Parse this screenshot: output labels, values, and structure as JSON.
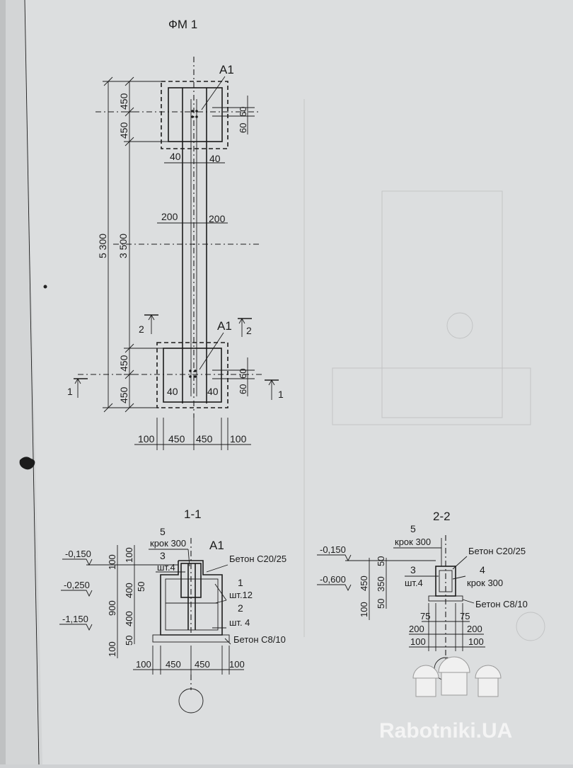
{
  "plan": {
    "title": "ФМ 1",
    "node_label_top": "А1",
    "node_label_bottom": "А1",
    "dim_total": "5 300",
    "dim_axis": "3 500",
    "dim_450": "450",
    "dim_60": "60",
    "dim_40": "40",
    "dim_200": "200",
    "dim_100": "100",
    "section_1": "1",
    "section_2": "2"
  },
  "section_1_1": {
    "title": "1-1",
    "node_label": "А1",
    "pos5": "5",
    "pos5_note": "крок 300",
    "pos3": "3",
    "pos3_note": "шт.4",
    "pos1": "1",
    "pos1_note": "шт.12",
    "pos2": "2",
    "pos2_note": "шт. 4",
    "concrete": "Бетон С20/25",
    "prep": "Бетон  С8/10",
    "lvl_a": "-0,150",
    "lvl_b": "-0,250",
    "lvl_c": "-1,150",
    "d100": "100",
    "d900": "900",
    "d400": "400",
    "d50": "50",
    "d450": "450"
  },
  "section_2_2": {
    "title": "2-2",
    "pos5": "5",
    "pos5_note": "крок 300",
    "pos3": "3",
    "pos3_note": "шт.4",
    "pos4": "4",
    "pos4_note": "крок 300",
    "concrete": "Бетон С20/25",
    "prep": "Бетон  С8/10",
    "lvl_a": "-0,150",
    "lvl_b": "-0,600",
    "d50": "50",
    "d450": "450",
    "d350": "350",
    "d100": "100",
    "d75": "75",
    "d200": "200"
  },
  "watermark": "Rabotniki.UA"
}
